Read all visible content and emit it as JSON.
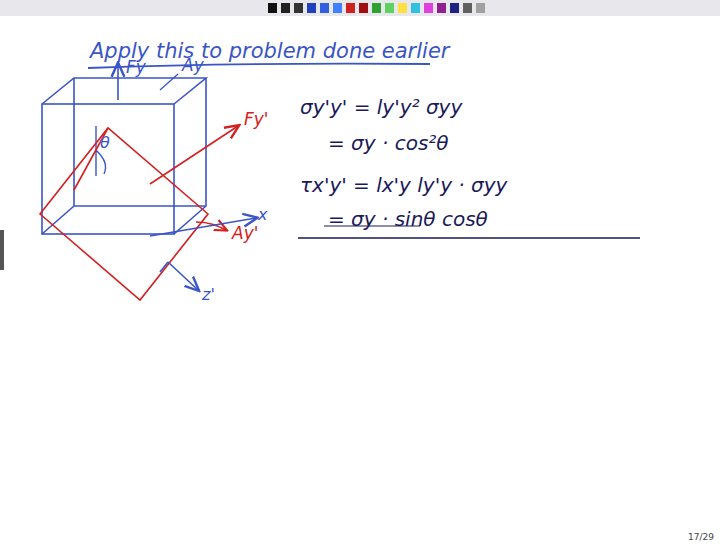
{
  "diagram": {
    "title": "Apply this to problem done earlier",
    "labels": [
      "Fy",
      "Ay",
      "θ",
      "Fy'",
      "Ay'",
      "x",
      "z'",
      "σy'y' = ly'y² σyy",
      "= σy · cos²θ",
      "τx'y' = lx'y ly'y · σyy",
      "= σy · sinθ cosθ",
      "17/29"
    ]
  }
}
